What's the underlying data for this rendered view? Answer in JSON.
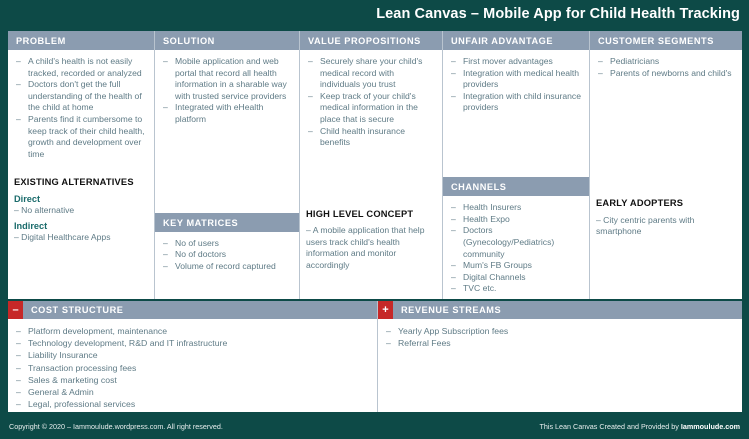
{
  "header": {
    "title": "Lean Canvas –  Mobile App for Child Health Tracking"
  },
  "colors": {
    "background": "#0d4a47",
    "section_header": "#8b9cb0",
    "body_text": "#5f7b86",
    "accent_red": "#c62828",
    "sub_head_teal": "#1a6b6b"
  },
  "columns": {
    "problem": {
      "header": "PROBLEM",
      "items": [
        "A child's health is not easily tracked, recorded or analyzed",
        "Doctors don't get the full understanding of the health of the child at home",
        "Parents find it cumbersome to keep track of their child health, growth and development over time"
      ],
      "existing_alternatives": {
        "title": "EXISTING ALTERNATIVES",
        "direct_label": "Direct",
        "direct_value": "– No alternative",
        "indirect_label": "Indirect",
        "indirect_value": "– Digital Healthcare Apps"
      }
    },
    "solution": {
      "header": "SOLUTION",
      "items": [
        "Mobile application and web portal that record all health information in a sharable way with trusted service providers",
        "Integrated with eHealth platform"
      ],
      "key_matrices": {
        "header": "KEY MATRICES",
        "items": [
          "No of users",
          "No of doctors",
          "Volume of record captured"
        ]
      }
    },
    "value_propositions": {
      "header": "VALUE PROPOSITIONS",
      "items": [
        "Securely share your child's medical record with individuals you trust",
        "Keep track of your child's medical information in the place that is secure",
        "Child health insurance benefits"
      ],
      "high_level_concept": {
        "title": "HIGH LEVEL CONCEPT",
        "text": "– A mobile application that help users track child's health information and monitor accordingly"
      }
    },
    "unfair_advantage": {
      "header": "UNFAIR ADVANTAGE",
      "items": [
        "First mover advantages",
        "Integration with medical health providers",
        "Integration with child insurance providers"
      ],
      "channels": {
        "header": "CHANNELS",
        "items": [
          "Health Insurers",
          "Health Expo",
          "Doctors (Gynecology/Pediatrics) community",
          "Mum's FB Groups",
          "Digital Channels",
          "TVC etc."
        ]
      }
    },
    "customer_segments": {
      "header": "CUSTOMER SEGMENTS",
      "items": [
        "Pediatricians",
        "Parents of newborns and child's"
      ],
      "early_adopters": {
        "title": "EARLY ADOPTERS",
        "text": "– City centric parents with smartphone"
      }
    }
  },
  "bottom": {
    "cost_structure": {
      "sign": "–",
      "header": "COST STRUCTURE",
      "items": [
        "Platform development, maintenance",
        "Technology development, R&D and IT infrastructure",
        "Liability Insurance",
        "Transaction processing fees",
        "Sales & marketing cost",
        "General & Admin",
        "Legal, professional services"
      ]
    },
    "revenue_streams": {
      "sign": "+",
      "header": "REVENUE STREAMS",
      "items": [
        "Yearly App Subscription fees",
        "Referral Fees"
      ]
    }
  },
  "footer": {
    "left": "Copyright © 2020 – Iammoulude.wordpress.com. All right reserved.",
    "right_prefix": "This Lean Canvas Created and Provided by ",
    "right_brand": "Iammoulude.com"
  }
}
